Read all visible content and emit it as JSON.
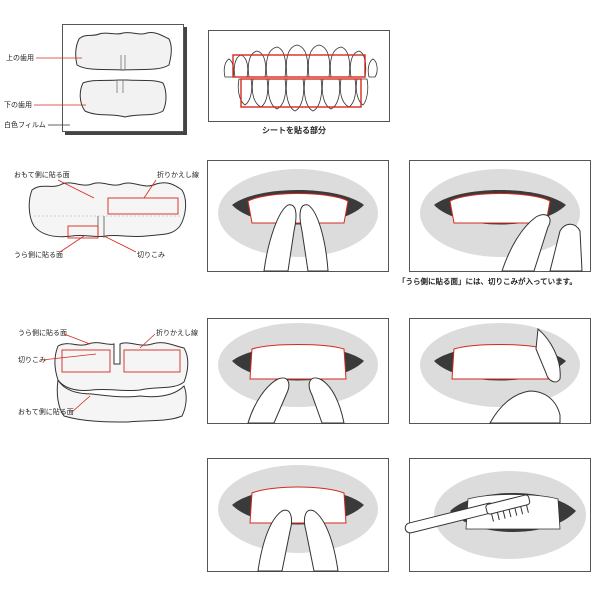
{
  "top": {
    "label_upper": "上の歯用",
    "label_lower": "下の歯用",
    "label_film": "白色フィルム",
    "caption_apply_area": "シートを貼る部分"
  },
  "middle": {
    "label_front": "おもて側に貼る面",
    "label_fold": "折りかえし線",
    "label_back": "うら側に貼る面",
    "label_notch": "切りこみ",
    "note": "「うら側に貼る面」には、切りこみが入っています。"
  },
  "lower": {
    "label_back": "うら側に貼る面",
    "label_fold": "折りかえし線",
    "label_notch": "切りこみ",
    "label_front": "おもて側に貼る面"
  },
  "colors": {
    "accent_red": "#d42a1e",
    "frame_border": "#555555",
    "mouth_dark": "#3a3a3a",
    "lip_gray": "#dcdcdc"
  }
}
